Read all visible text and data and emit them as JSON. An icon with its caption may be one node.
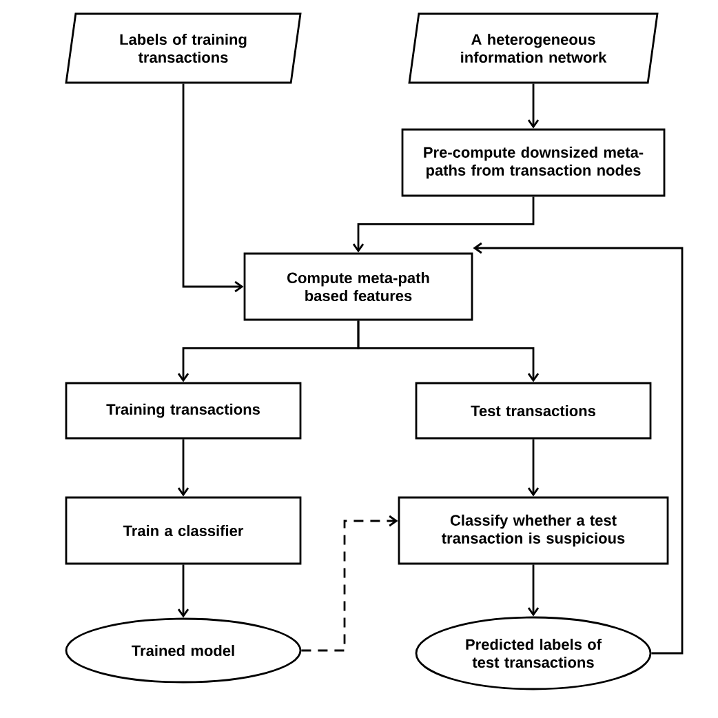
{
  "diagram": {
    "nodes": [
      {
        "text": [
          "Labels of training transactions"
        ]
      },
      {
        "text": [
          "A heterogeneous information network"
        ]
      },
      {
        "text": [
          "Pre-compute downsized meta-paths from transaction nodes"
        ]
      },
      {
        "text": [
          "Compute meta-path based features"
        ]
      },
      {
        "text": [
          "Training transactions"
        ]
      },
      {
        "text": [
          "Test transactions"
        ]
      },
      {
        "text": [
          "Train a classifier"
        ]
      },
      {
        "text": [
          "Classify whether a test transaction is suspicious"
        ]
      },
      {
        "text": [
          "Trained model"
        ]
      },
      {
        "text": [
          "Predicted labels of test transactions"
        ]
      }
    ],
    "edges": [
      {
        "from": 0,
        "to": 3,
        "arrow": "to"
      },
      {
        "from": 1,
        "to": 2,
        "arrow": "to"
      },
      {
        "from": 2,
        "to": 3,
        "arrow": "to"
      },
      {
        "from": 3,
        "to": 4,
        "arrow": "to"
      },
      {
        "from": 3,
        "to": 5,
        "arrow": "to"
      },
      {
        "from": 4,
        "to": 6,
        "arrow": "to"
      },
      {
        "from": 5,
        "to": 7,
        "arrow": "to"
      },
      {
        "from": 6,
        "to": 8,
        "arrow": "to"
      },
      {
        "from": 7,
        "to": 9,
        "arrow": "to"
      },
      {
        "from": 8,
        "to": 7,
        "arrow": "to",
        "style": "dashed"
      },
      {
        "from": 9,
        "to": 3,
        "arrow": "to"
      }
    ]
  }
}
